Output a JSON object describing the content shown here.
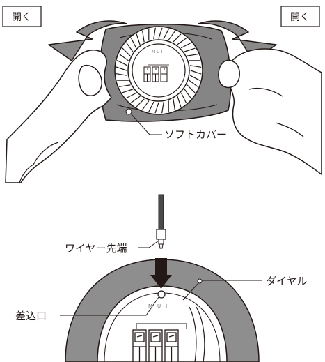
{
  "top_panel": {
    "open_left": "開く",
    "open_right": "開く",
    "soft_cover": "ソフトカバー",
    "device_mark": "MUI"
  },
  "bottom_panel": {
    "wire_tip": "ワイヤー先端",
    "dial": "ダイヤル",
    "inlet": "差込口",
    "device_mark": "MUI"
  },
  "colors": {
    "line": "#231815",
    "cover_gray": "#858585",
    "dial_gray": "#8e8e8e",
    "background": "#ffffff"
  }
}
